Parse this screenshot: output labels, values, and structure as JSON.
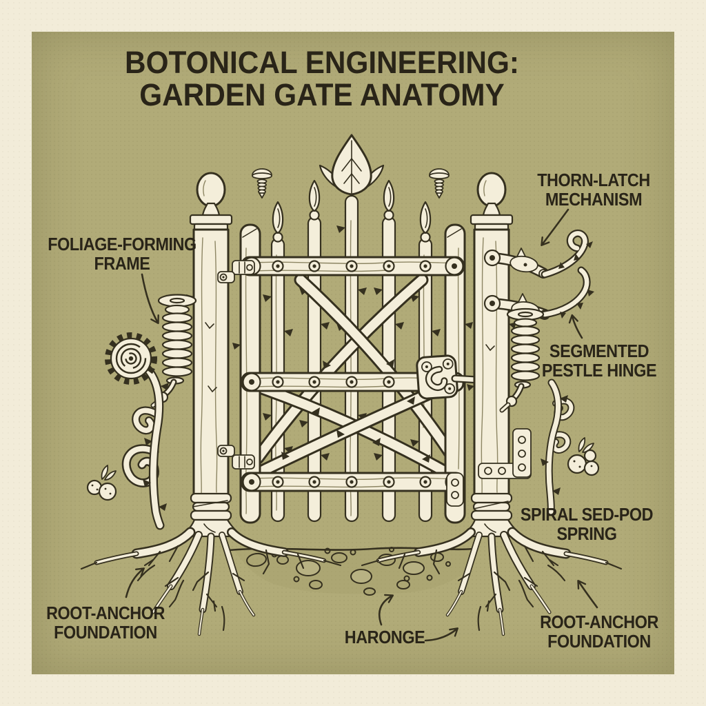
{
  "title": {
    "line1": "BOTONICAL ENGINEERING:",
    "line2": "GARDEN GATE ANATOMY"
  },
  "labels": {
    "foliage_frame": {
      "line1": "FOLIAGE-FORMING",
      "line2": "FRAME"
    },
    "thorn_latch": {
      "line1": "THORN-LATCH",
      "line2": "MECHANISM"
    },
    "pestle_hinge": {
      "line1": "SEGMENTED",
      "line2": "PESTLE HINGE"
    },
    "seed_pod_spring": {
      "line1": "SPIRAL SED-POD",
      "line2": "SPRING"
    },
    "root_anchor_left": {
      "line1": "ROOT-ANCHOR",
      "line2": "FOUNDATION"
    },
    "haronge": {
      "line1": "HARONGE"
    },
    "root_anchor_right": {
      "line1": "ROOT-ANCHOR",
      "line2": "FOUNDATION"
    }
  },
  "colors": {
    "paper": "#f2ecd9",
    "panel": "#b1ab78",
    "ink": "#35301f",
    "cream": "#f4eeda",
    "text": "#292418",
    "stone": "#a7a26e"
  }
}
